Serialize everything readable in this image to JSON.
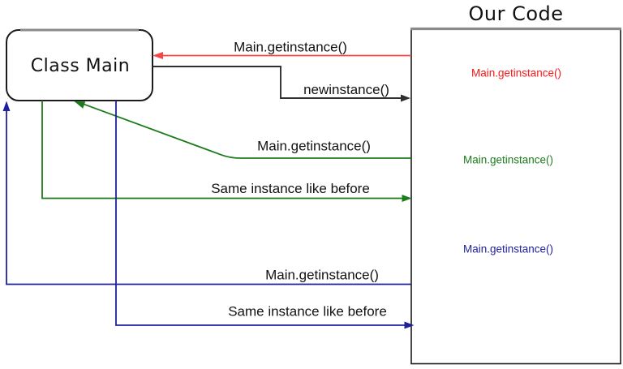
{
  "diagram": {
    "class_box_label": "Class Main",
    "code_box_title": "Our Code"
  },
  "colors": {
    "red_line": "#f74545",
    "red_text": "#fa1616",
    "green": "#1c7c1c",
    "blue": "#20209f",
    "line_black": "#2e2e2e",
    "label_black": "#121212",
    "box_top_gray": "#8a8a8a"
  },
  "messages": {
    "red_call": "Main.getinstance()",
    "new_instance": "newinstance()",
    "green_call": "Main.getinstance()",
    "green_return": "Same instance like before",
    "blue_call": "Main.getinstance()",
    "blue_return": "Same instance like before"
  },
  "annotations": {
    "first": {
      "label": "Main.getinstance()",
      "color": "#fa1616"
    },
    "second": {
      "label": "Main.getinstance()",
      "color": "#1c7c1c"
    },
    "third": {
      "label": "Main.getinstance()",
      "color": "#20209f"
    }
  }
}
